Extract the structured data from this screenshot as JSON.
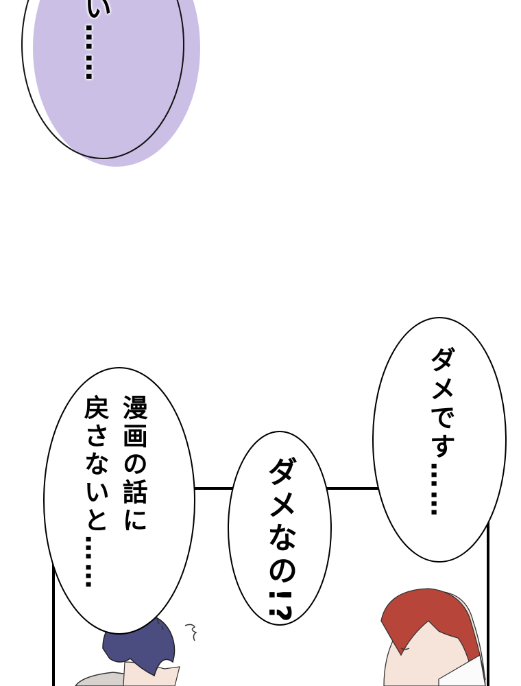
{
  "colors": {
    "bubble_tint": "#cbbfe6",
    "hair_blue": "#4b4c80",
    "hair_red": "#b8453a",
    "skin": "#f6e4da"
  },
  "bubbles": {
    "top": "い……",
    "right": "ダメです……",
    "middle": "ダメなの!?",
    "left_col1": "漫画の話に",
    "left_col2": "戻さないと……"
  }
}
